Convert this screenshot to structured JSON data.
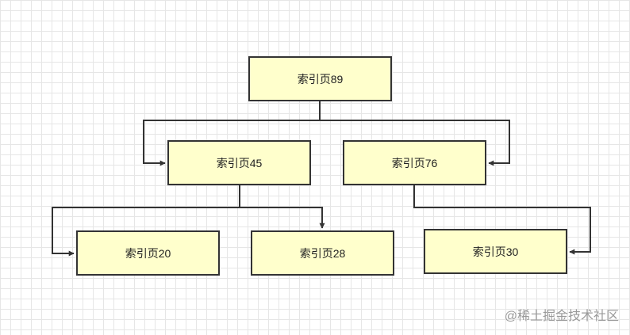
{
  "nodes": {
    "root": "索引页89",
    "left": "索引页45",
    "right": "索引页76",
    "left_left": "索引页20",
    "left_right": "索引页28",
    "right_child": "索引页30"
  },
  "watermark": "@稀土掘金技术社区",
  "colors": {
    "node_fill": "#ffffcc",
    "node_border": "#333333",
    "edge": "#333333",
    "grid": "#e6e6e6"
  }
}
